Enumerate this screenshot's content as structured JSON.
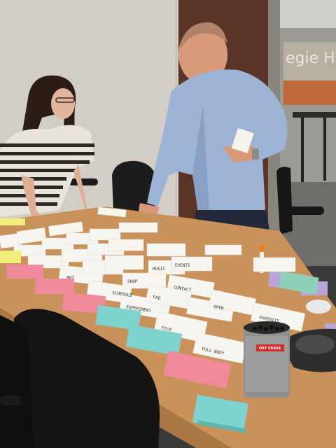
{
  "scene": {
    "window_sign_text": "egie Hall",
    "marker_cup_label": "DRY ERASE",
    "card_texts": [
      "SCHEDULE",
      "EXPERIMENT",
      "FILM",
      "OPEN",
      "FULL BODY",
      "EXHIBITS",
      "ART",
      "SHOP",
      "MUSIC",
      "EVENTS",
      "FAQ",
      "CONTACT"
    ],
    "colors": {
      "wall": "#c9c5bd",
      "table": "#c8925a",
      "pink_card": "#f08a9a",
      "teal_card": "#7fd3cf",
      "yellow_card": "#f2ec7a",
      "lavender_card": "#b9a6d8",
      "shirt_blue": "#9cb3d6",
      "stripe_dark": "#2a2724"
    }
  }
}
